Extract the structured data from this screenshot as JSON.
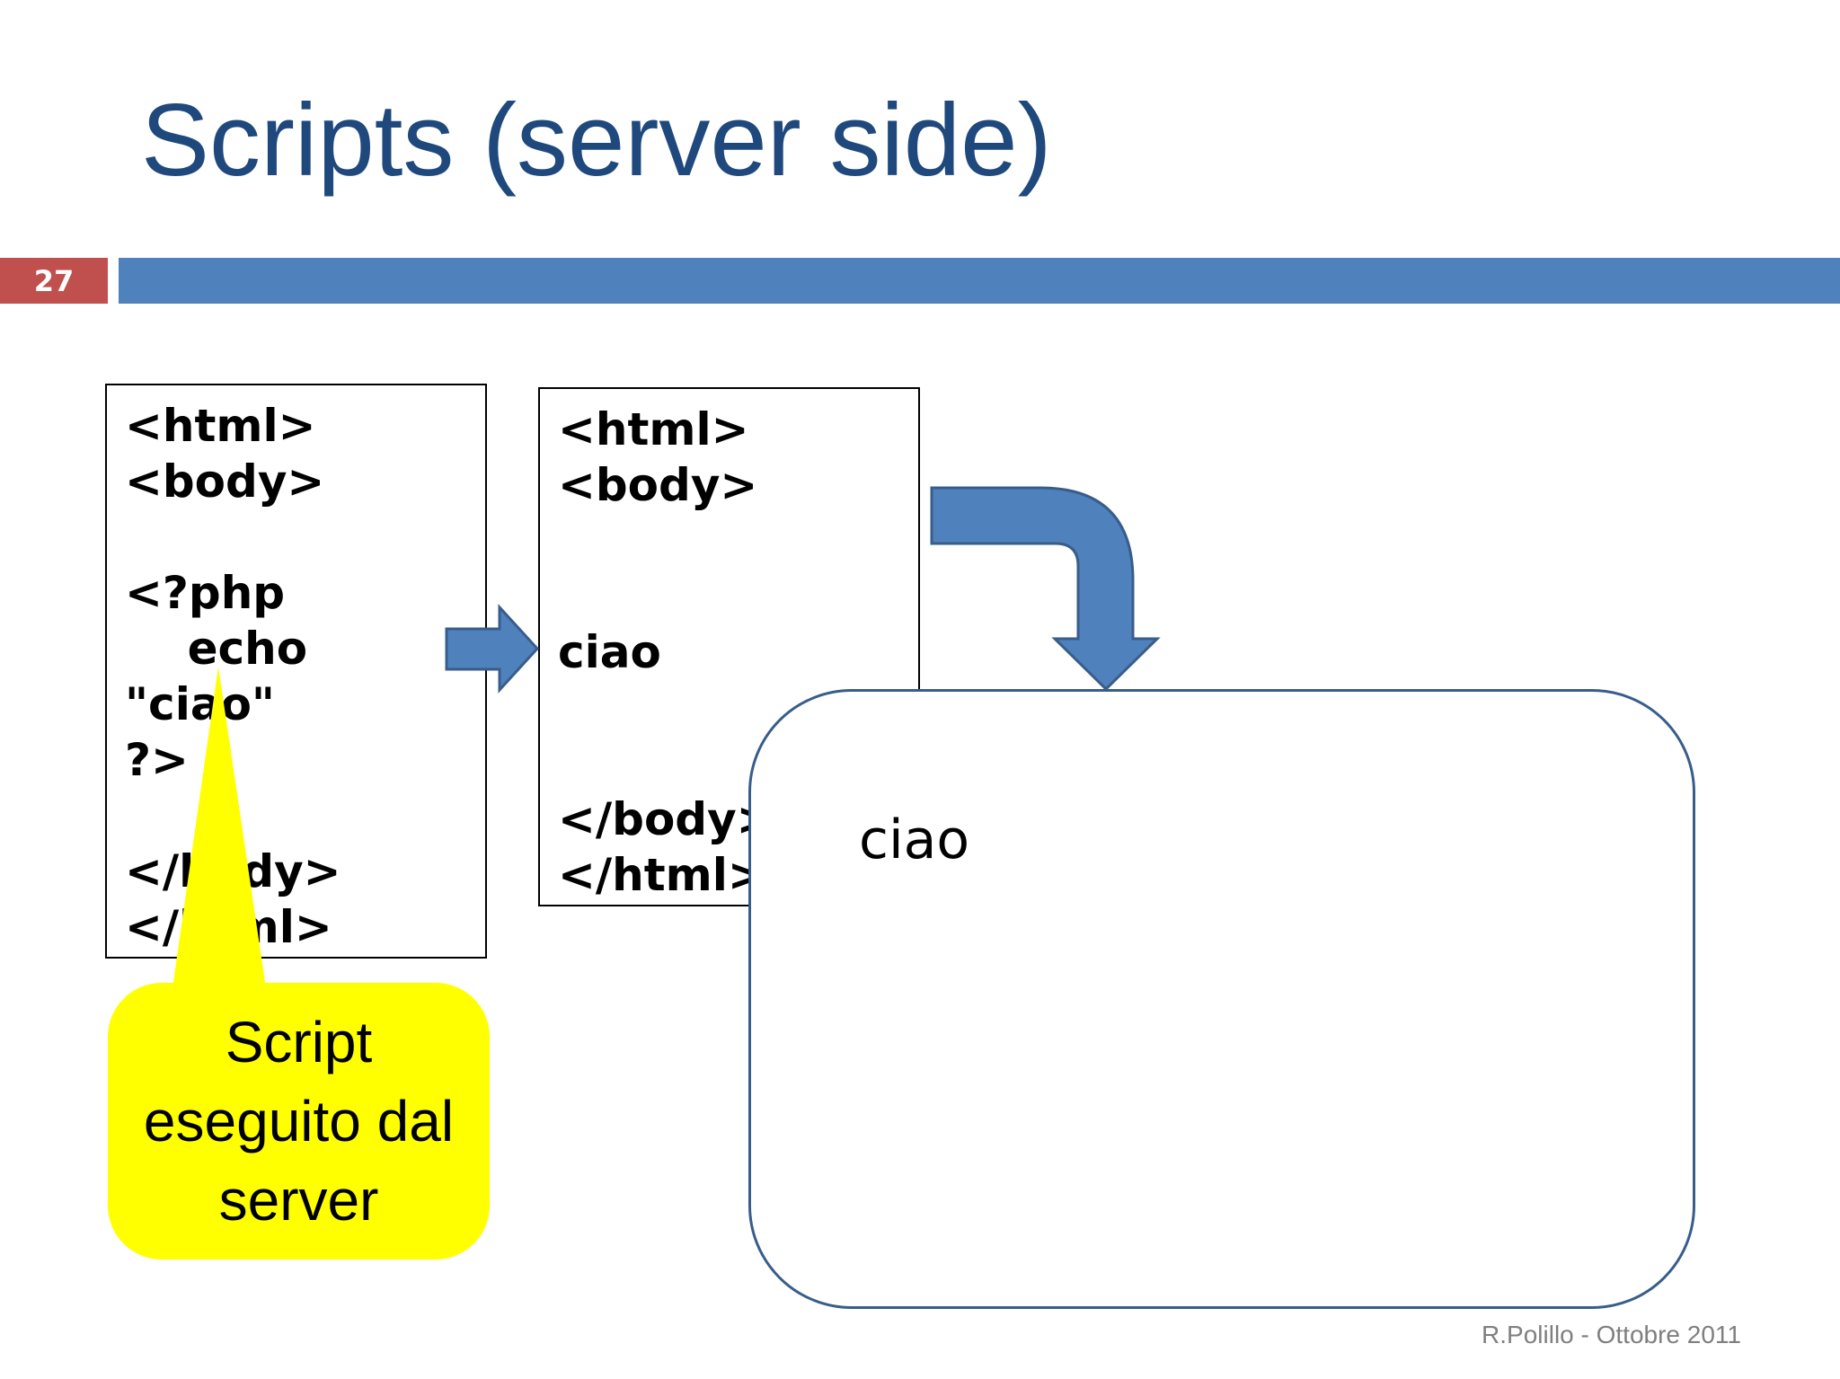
{
  "slide": {
    "title": "Scripts (server side)",
    "number": "27",
    "footer": "R.Polillo - Ottobre 2011"
  },
  "source_code": {
    "lines": [
      "<html>",
      "<body>",
      "",
      "<?php",
      "    echo",
      "\"ciao\"",
      "?>",
      "",
      "</body>",
      "</html>"
    ]
  },
  "output_code": {
    "lines": [
      "<html>",
      "<body>",
      "",
      "",
      "ciao",
      "",
      "",
      "</body>",
      "</html>"
    ]
  },
  "browser": {
    "text": "ciao"
  },
  "callout": {
    "lines": [
      "Script",
      "eseguito dal",
      "server"
    ]
  },
  "colors": {
    "title": "#1f497d",
    "header_bar": "#4f81bd",
    "slide_number_bg": "#c0504d",
    "arrow_fill": "#4f81bd",
    "arrow_stroke": "#385d8a",
    "callout_fill": "#ffff00"
  }
}
